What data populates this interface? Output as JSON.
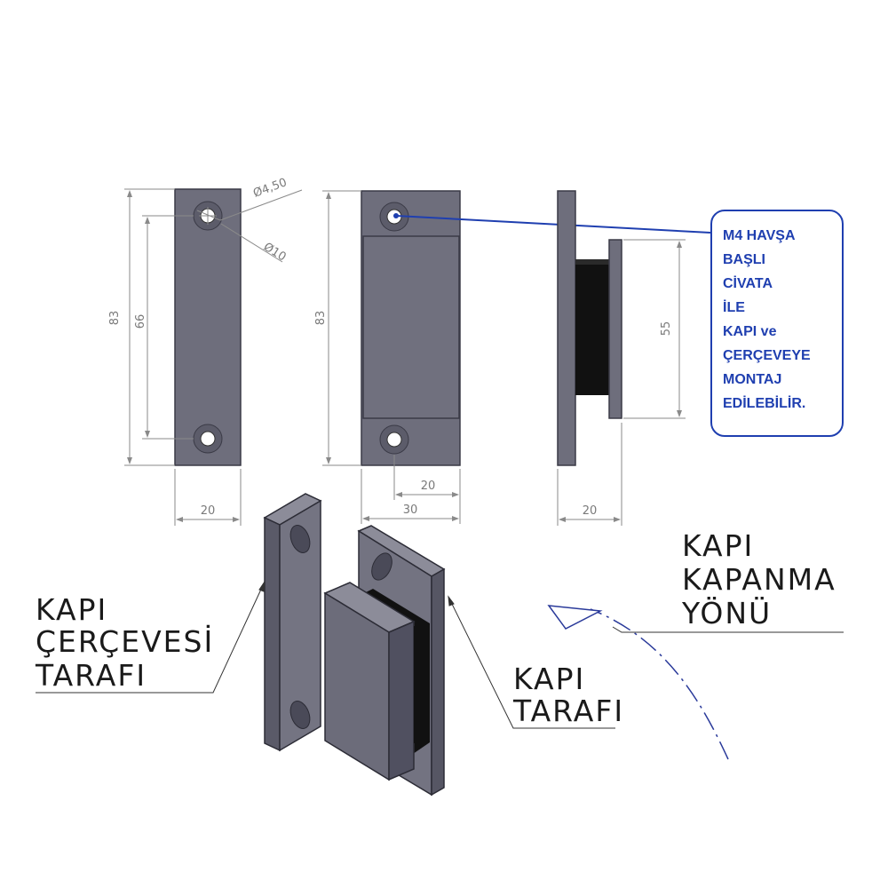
{
  "front_view": {
    "dim_height": "83",
    "dim_hole_spacing": "66",
    "dim_width": "20",
    "dim_hole_dia": "Ø4,50",
    "dim_counterbore_dia": "Ø10"
  },
  "middle_view": {
    "dim_height": "83",
    "dim_inner_width": "20",
    "dim_width": "30"
  },
  "side_view": {
    "dim_magnet_height": "55",
    "dim_depth": "20"
  },
  "note": {
    "lines": [
      "M4 HAVŞA",
      "BAŞLI",
      "CİVATA",
      "İLE",
      "KAPI ve",
      "ÇERÇEVEYE",
      "MONTAJ",
      "EDİLEBİLİR."
    ],
    "color": "#1f3fb0"
  },
  "labels": {
    "frame_side": [
      "KAPI",
      "ÇERÇEVESİ",
      "TARAFI"
    ],
    "door_side": [
      "KAPI",
      "TARAFI"
    ],
    "closing_direction": [
      "KAPI",
      "KAPANMA",
      "YÖNÜ"
    ]
  },
  "colors": {
    "part_fill": "#6e6e7c",
    "part_dark": "#4a4a58",
    "magnet": "#111111",
    "leader": "#1f3fb0"
  }
}
